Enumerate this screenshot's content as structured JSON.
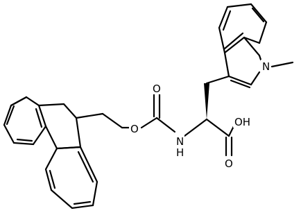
{
  "molecule": {
    "atom_labels": {
      "carbamate_oxygen": "O",
      "ester_oxygen": "O",
      "amide_nitrogen": "N",
      "amide_hydrogen": "H",
      "indole_nitrogen": "N",
      "acid_hydroxyl": "OH",
      "acid_carbonyl_oxygen": "O"
    },
    "colors": {
      "bond": "#000000",
      "background": "#ffffff"
    }
  }
}
